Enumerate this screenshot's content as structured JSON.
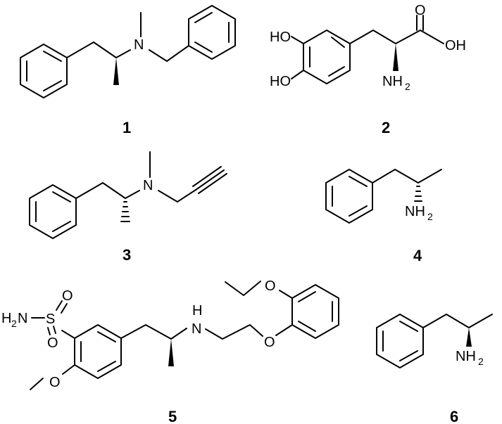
{
  "compounds": [
    {
      "number": "1",
      "atoms": {
        "n": "N"
      }
    },
    {
      "number": "2",
      "atoms": {
        "ho1": "HO",
        "ho2": "HO",
        "o": "O",
        "oh": "OH",
        "nh2": "NH",
        "nh2_sub": "2"
      }
    },
    {
      "number": "3",
      "atoms": {
        "n": "N"
      }
    },
    {
      "number": "4",
      "atoms": {
        "nh2": "NH",
        "nh2_sub": "2"
      }
    },
    {
      "number": "5",
      "atoms": {
        "h2n": "H",
        "h2n_sub": "2",
        "h2n_n": "N",
        "s": "S",
        "o1": "O",
        "o2": "O",
        "ome_o": "O",
        "nh_h": "H",
        "nh_n": "N",
        "o_ether": "O",
        "o_ethoxy": "O"
      }
    },
    {
      "number": "6",
      "atoms": {
        "nh2": "NH",
        "nh2_sub": "2"
      }
    }
  ]
}
